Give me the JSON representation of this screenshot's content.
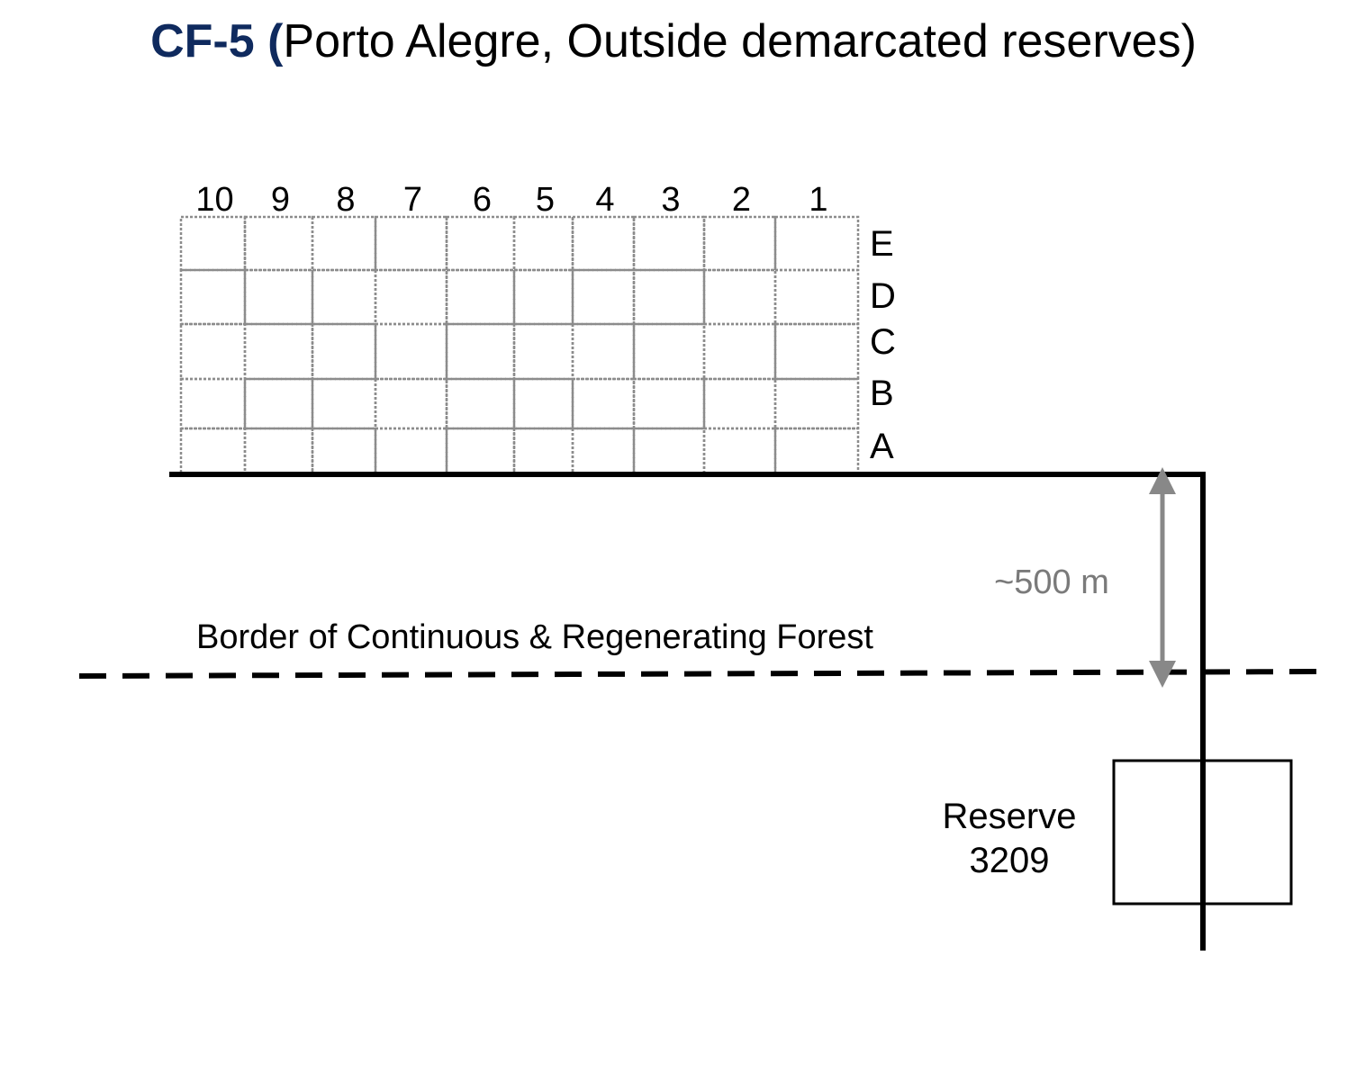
{
  "title": {
    "code": "CF-5",
    "open_paren": " (",
    "description": "Porto Alegre, Outside demarcated reserves)"
  },
  "grid": {
    "column_labels": [
      "10",
      "9",
      "8",
      "7",
      "6",
      "5",
      "4",
      "3",
      "2",
      "1"
    ],
    "row_labels": [
      "E",
      "D",
      "C",
      "B",
      "A"
    ]
  },
  "border_label": "Border of Continuous & Regenerating Forest",
  "distance_label": "~500 m",
  "reserve": {
    "line1": "Reserve",
    "line2": "3209"
  },
  "colors": {
    "title_code": "#0f2a5e",
    "line": "#000000",
    "grid": "#8c8c8c",
    "arrow": "#888888",
    "distance_text": "#7a7a7a"
  }
}
